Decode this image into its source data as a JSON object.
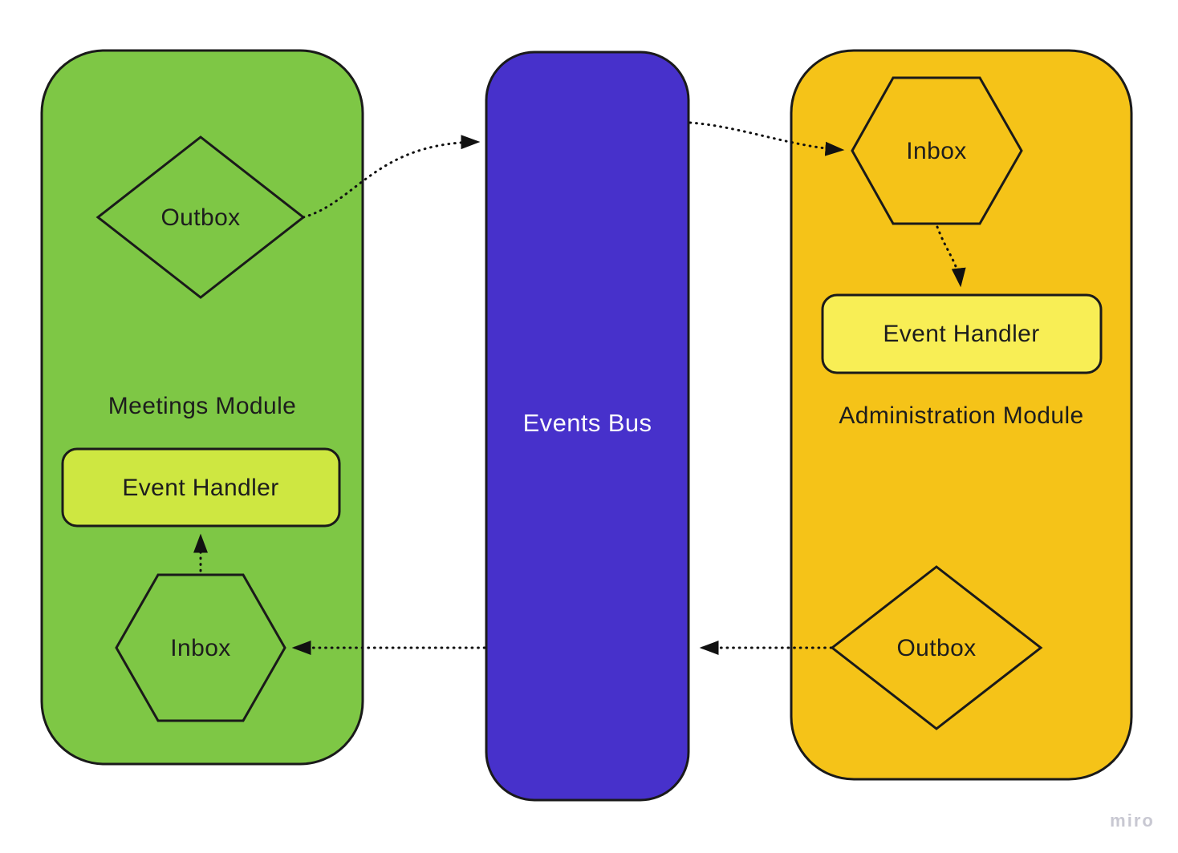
{
  "diagram": {
    "background": "#ffffff",
    "stroke_color": "#1a1a1a",
    "modules": {
      "meetings": {
        "title": "Meetings Module",
        "fill": "#7EC745",
        "outbox_label": "Outbox",
        "event_handler_label": "Event Handler",
        "event_handler_fill": "#CEE741",
        "inbox_label": "Inbox"
      },
      "events_bus": {
        "title": "Events Bus",
        "fill": "#4731CB",
        "title_color": "#FAFAFC"
      },
      "administration": {
        "title": "Administration Module",
        "fill": "#F5C318",
        "inbox_label": "Inbox",
        "event_handler_label": "Event Handler",
        "event_handler_fill": "#F8EE55",
        "outbox_label": "Outbox"
      }
    },
    "connections": {
      "meetings_outbox_to_bus": "Meetings Outbox to Events Bus",
      "bus_to_administration_inbox": "Events Bus to Administration Inbox",
      "administration_inbox_to_handler": "Administration Inbox to Event Handler",
      "administration_outbox_to_bus": "Administration Outbox to Events Bus",
      "bus_to_meetings_inbox": "Events Bus to Meetings Inbox",
      "meetings_inbox_to_handler": "Meetings Inbox to Event Handler"
    },
    "watermark": "miro"
  }
}
